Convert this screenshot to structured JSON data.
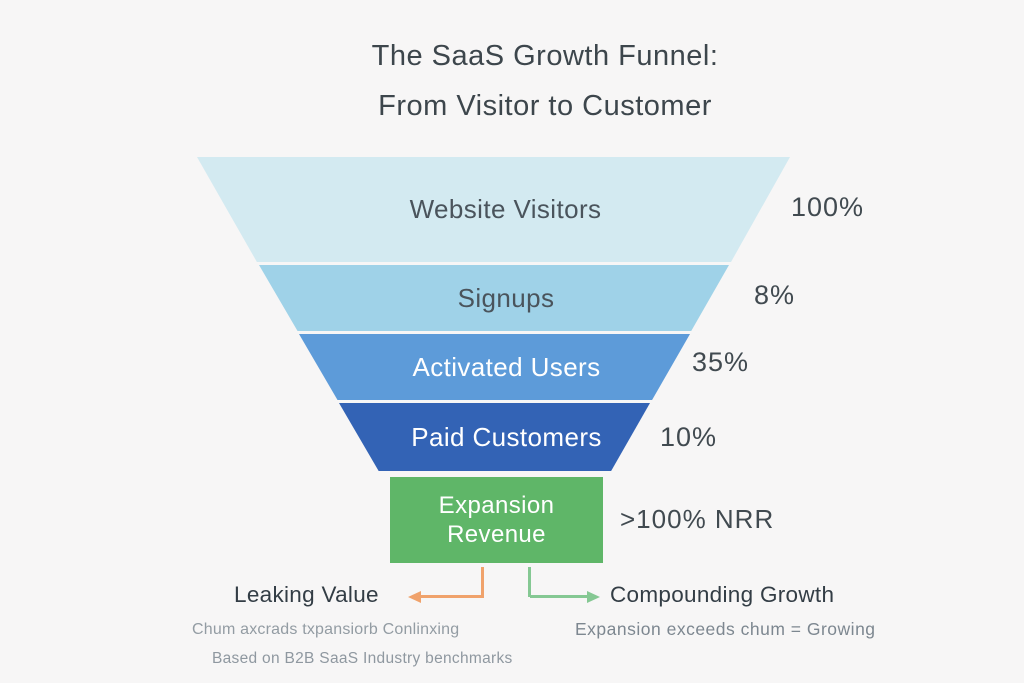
{
  "title": {
    "line1": "The SaaS Growth Funnel:",
    "line2": "From Visitor to Customer"
  },
  "chart_data": {
    "type": "funnel",
    "title": "The SaaS Growth Funnel: From Visitor to Customer",
    "stages": [
      {
        "label": "Website Visitors",
        "value": "100%",
        "color": "#d3eaf1",
        "text_color": "#4a545c"
      },
      {
        "label": "Signups",
        "value": "8%",
        "color": "#9fd2e8",
        "text_color": "#4a545c"
      },
      {
        "label": "Activated Users",
        "value": "35%",
        "color": "#5d9bd9",
        "text_color": "#ffffff"
      },
      {
        "label": "Paid Customers",
        "value": "10%",
        "color": "#3363b5",
        "text_color": "#ffffff"
      },
      {
        "label": "Expansion Revenue",
        "value": ">100% NRR",
        "color": "#5fb668",
        "text_color": "#ffffff"
      }
    ],
    "legend_position": "none",
    "grid": false
  },
  "annotations": {
    "left": {
      "label": "Leaking Value",
      "caption": "Chum axcrads txpansiorb Conlinxing",
      "arrow_color": "#f0a26b",
      "arrow_direction": "down-then-left"
    },
    "right": {
      "label": "Compounding Growth",
      "caption": "Expansion exceeds chum = Growing",
      "arrow_color": "#85c893",
      "arrow_direction": "down-then-right"
    }
  },
  "footnote": "Based on B2B SaaS Industry benchmarks",
  "colors": {
    "background": "#f7f6f6",
    "title_text": "#3d464c",
    "percent_text": "#414a50",
    "caption_text": "#8f98a0"
  }
}
